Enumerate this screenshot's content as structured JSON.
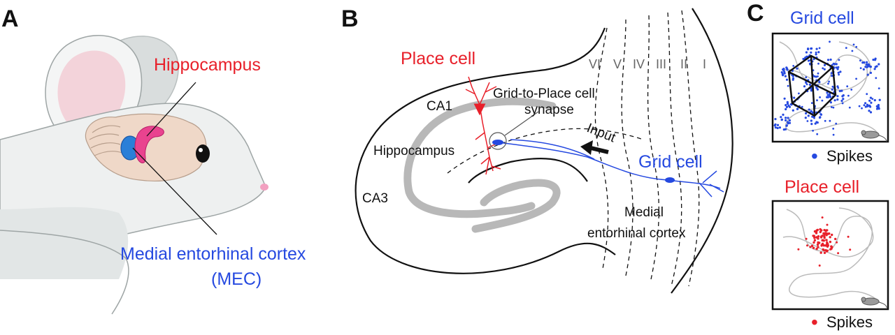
{
  "colors": {
    "red": "#e8202a",
    "blue": "#2549e0",
    "black": "#111111",
    "gray": "#b8b8b8",
    "mouse_body": "#eef0f0",
    "mouse_shadow": "#cfd4d4",
    "ear_inner": "#f3d3da",
    "brain": "#efd8c8",
    "hippocampus_pink": "#e9438f",
    "nose": "#f2a0c0"
  },
  "panelA": {
    "letter": "A",
    "hippocampus_label": "Hippocampus",
    "mec_label_line1": "Medial entorhinal cortex",
    "mec_label_line2": "(MEC)"
  },
  "panelB": {
    "letter": "B",
    "place_cell_label": "Place cell",
    "ca1_label": "CA1",
    "ca3_label": "CA3",
    "hippocampus_label": "Hippocampus",
    "synapse_label_line1": "Grid-to-Place cell",
    "synapse_label_line2": "synapse",
    "input_label": "Input",
    "grid_cell_label": "Grid cell",
    "mec_label_line1": "Medial",
    "mec_label_line2": "entorhinal cortex",
    "layers": [
      "VI",
      "V",
      "IV",
      "III",
      "II",
      "I"
    ]
  },
  "panelC": {
    "letter": "C",
    "grid_title": "Grid cell",
    "place_title": "Place cell",
    "spikes_label": "Spikes",
    "spikes_label_2": "Spikes",
    "spike_bullet": "•"
  }
}
